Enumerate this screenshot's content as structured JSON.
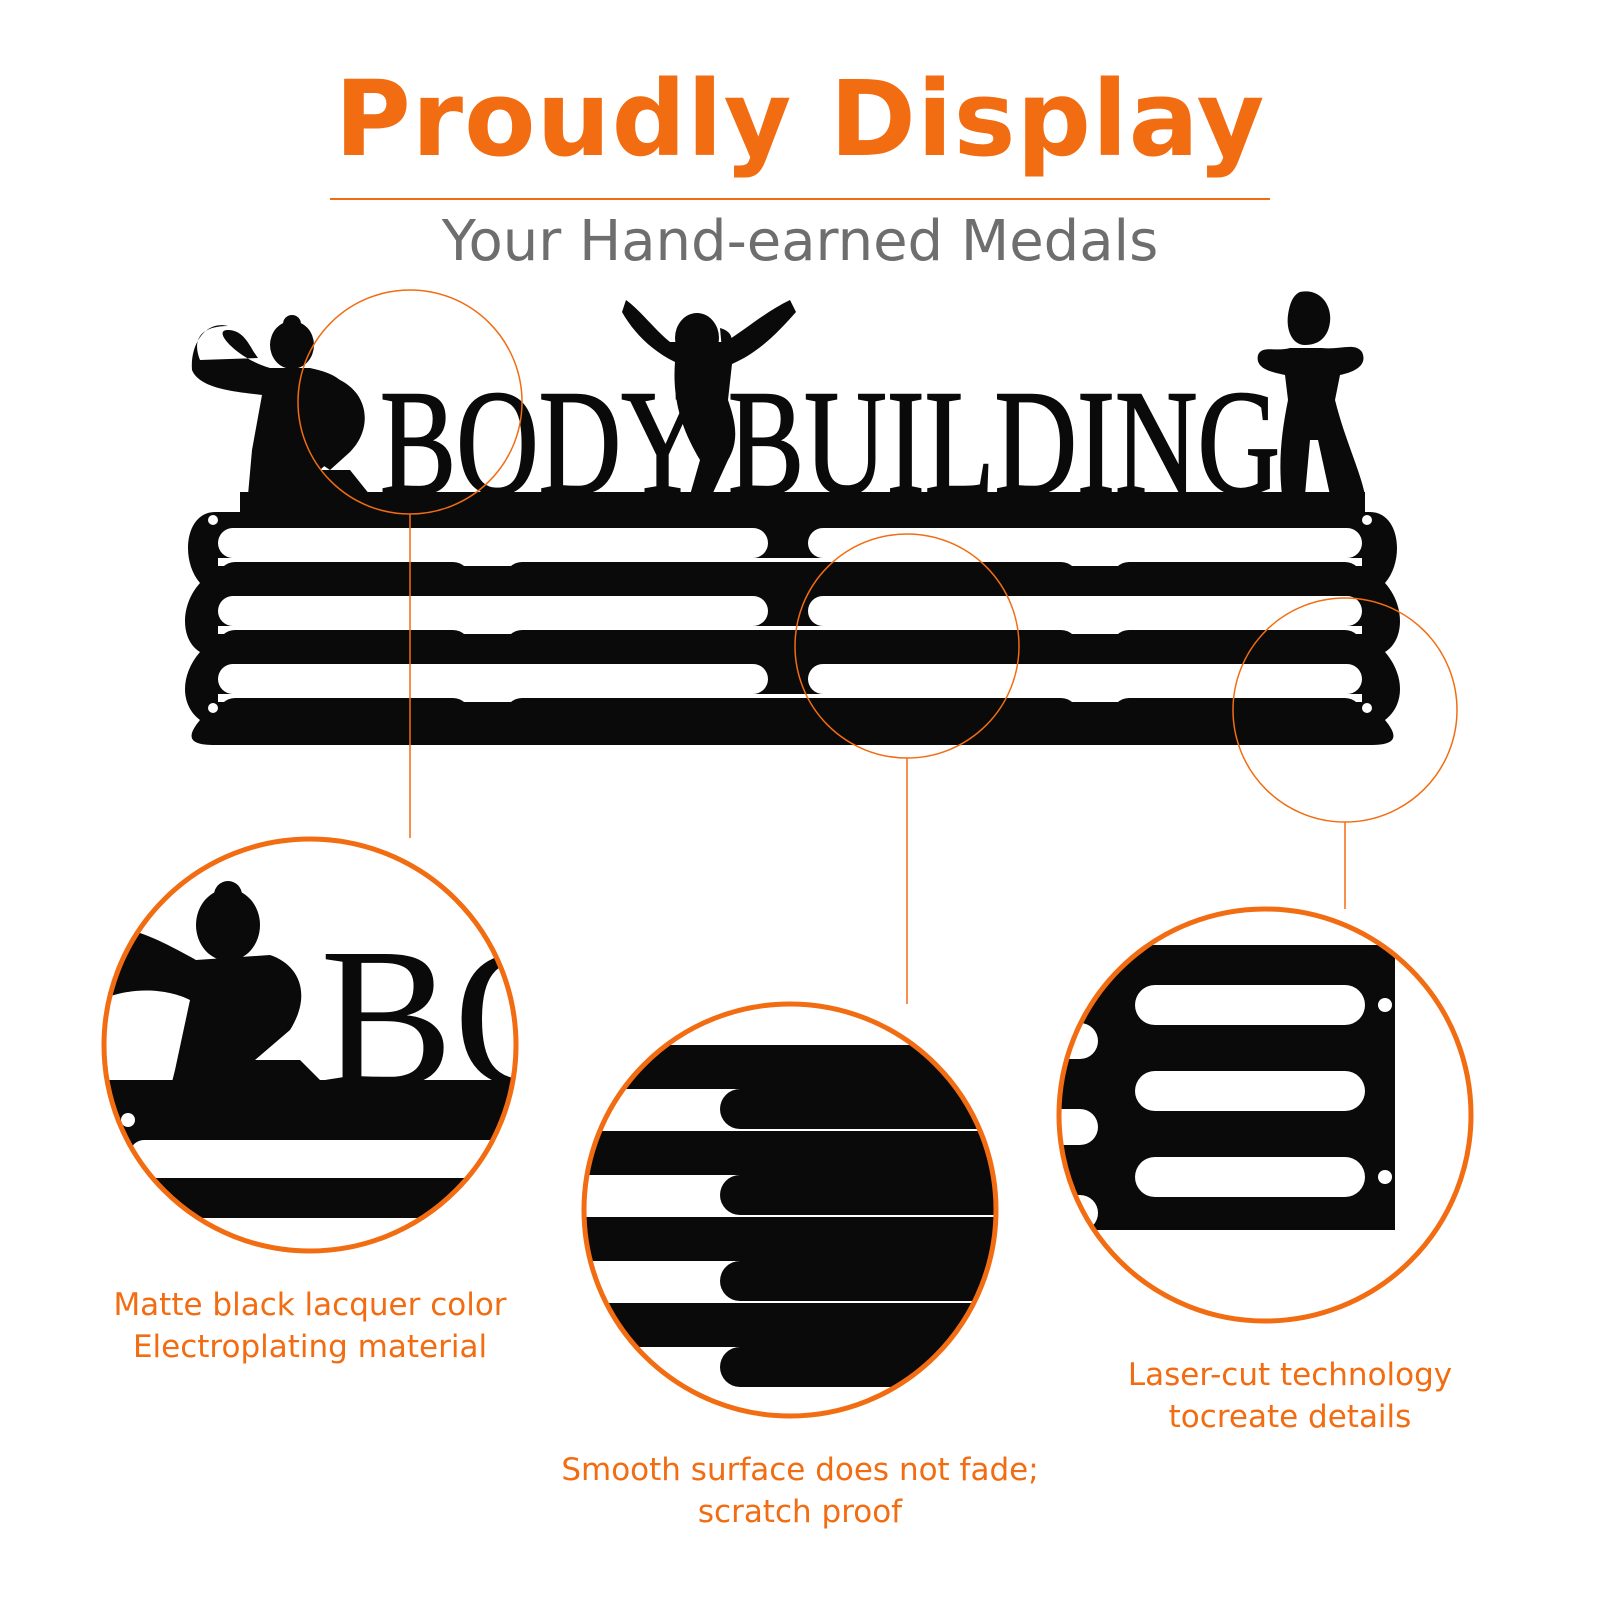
{
  "colors": {
    "accent": "#f26c12",
    "subheadline": "#6e6e6e",
    "product": "#0a0a0a",
    "background": "#ffffff"
  },
  "header": {
    "headline": "Proudly Display",
    "subheadline": "Your Hand-earned Medals"
  },
  "product": {
    "sign_text": "BODY BUILDING",
    "rows_of_hooks": 3,
    "hook_columns": 4
  },
  "features": [
    {
      "lines": [
        "Matte black lacquer color",
        "Electroplating material"
      ],
      "icon": "lacquer-detail-zoom"
    },
    {
      "lines": [
        "Smooth surface does not fade;",
        "scratch proof"
      ],
      "icon": "surface-detail-zoom"
    },
    {
      "lines": [
        "Laser-cut technology",
        "tocreate details"
      ],
      "icon": "laser-cut-detail-zoom"
    }
  ]
}
